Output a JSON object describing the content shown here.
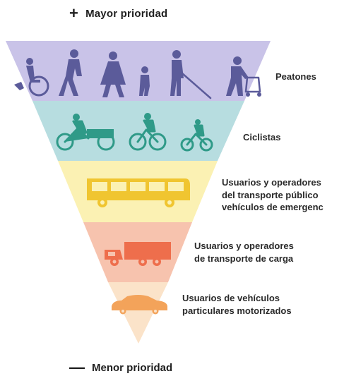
{
  "top": {
    "symbol": "+",
    "label": "Mayor prioridad"
  },
  "bottom": {
    "symbol": "—",
    "label": "Menor prioridad"
  },
  "levels": [
    {
      "label": "Peatones",
      "color": "#c9c3e8",
      "icon_color": "#5b5b9a"
    },
    {
      "label": "Ciclistas",
      "color": "#b7dde0",
      "icon_color": "#2f9a88"
    },
    {
      "label": "Usuarios y operadores\ndel transporte público\nvehículos de emergenc",
      "color": "#fbf1b3",
      "icon_color": "#f0c530"
    },
    {
      "label": "Usuarios y operadores\nde transporte de carga",
      "color": "#f7c3ae",
      "icon_color": "#ee6e4c"
    },
    {
      "label": "Usuarios de vehículos\nparticulares motorizados",
      "color": "#fbe3c9",
      "icon_color": "#f3a35a"
    }
  ]
}
